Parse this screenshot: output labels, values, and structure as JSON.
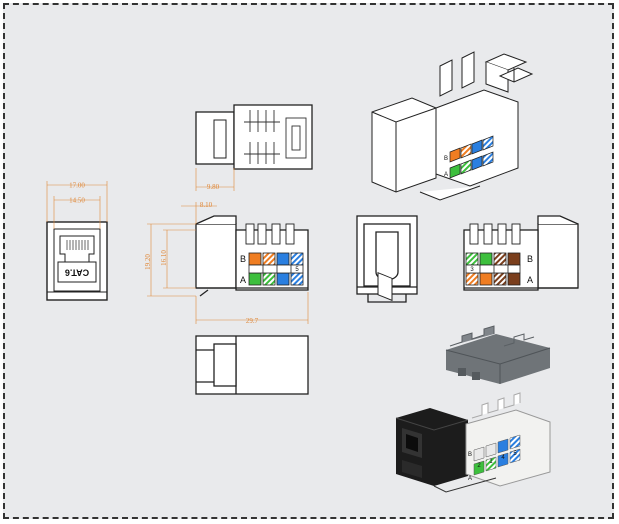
{
  "labels": {
    "cat": "CAT.6",
    "row_b": "B",
    "row_a": "A",
    "pin5": "5",
    "pin3": "3"
  },
  "photo_pins": [
    "2",
    "1",
    "4",
    "5"
  ],
  "dimensions": {
    "w_outer": "17.00",
    "w_inner": "14.50",
    "depth": "9.80",
    "offset": "8.10",
    "h_outer": "19.20",
    "h_inner": "16.10",
    "length": "29.7"
  },
  "colors": {
    "outline": "#222222",
    "dimension": "#e0893a",
    "orange": "#ef7d22",
    "green": "#3dbf3d",
    "blue": "#2a7fe0",
    "brown": "#7a3e1c",
    "housing_dark": "#1c1c1c",
    "cap_grey": "#6f7478"
  }
}
